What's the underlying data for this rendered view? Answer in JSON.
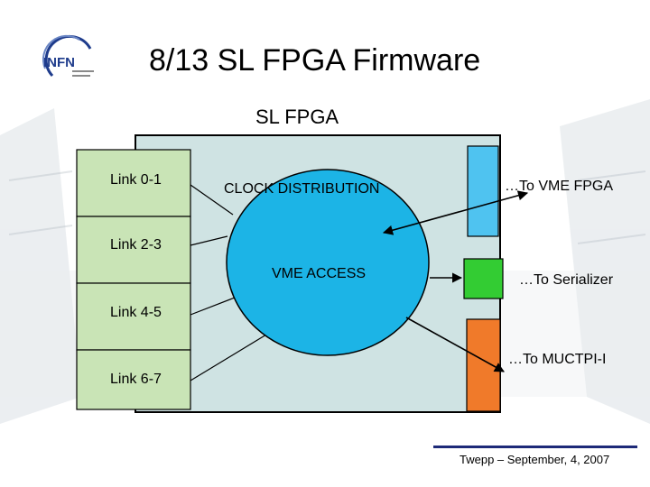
{
  "slide": {
    "logo_text": "INFN",
    "title": "8/13 SL FPGA Firmware",
    "fpga_label": "SL FPGA",
    "footer": "Twepp – September, 4, 2007"
  },
  "links": [
    {
      "label": "Link 0-1"
    },
    {
      "label": "Link 2-3"
    },
    {
      "label": "Link 4-5"
    },
    {
      "label": "Link 6-7"
    }
  ],
  "core": {
    "clock_label": "CLOCK DISTRIBUTION",
    "vme_label": "VME ACCESS"
  },
  "outputs": [
    {
      "label": "…To VME FPGA",
      "color": "#4fc3f0"
    },
    {
      "label": "…To Serializer",
      "color": "#33cc33"
    },
    {
      "label": "…To MUCTPI-I",
      "color": "#f07a2a"
    }
  ],
  "colors": {
    "fpga_fill": "#cfe3e3",
    "link_fill": "#c9e4b6",
    "core_fill": "#1cb4e6",
    "logo_blue": "#1f3c8c"
  }
}
